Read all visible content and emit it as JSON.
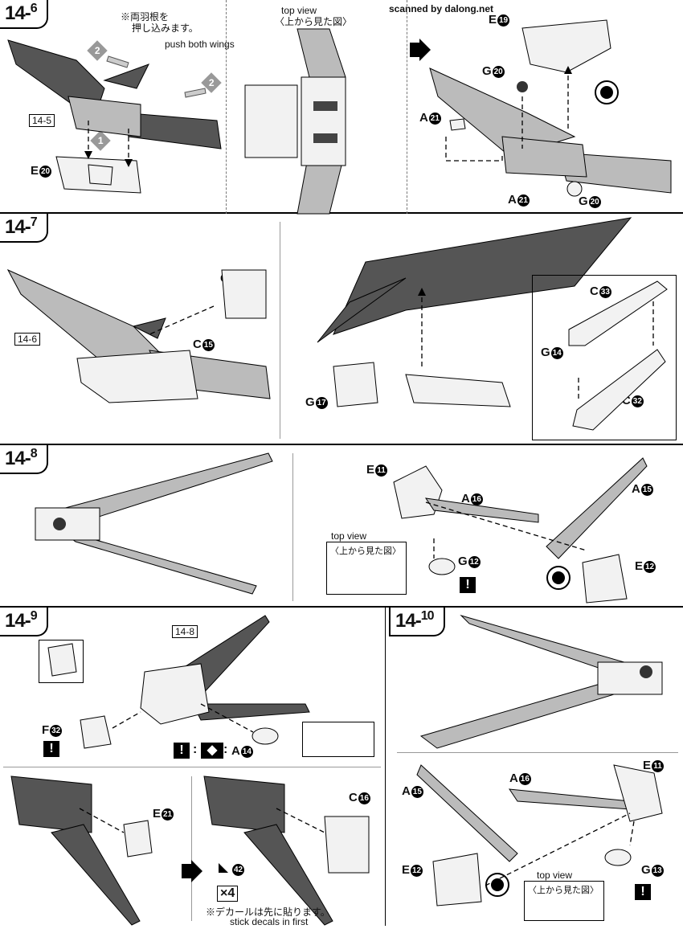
{
  "watermark": "scanned by dalong.net",
  "steps": {
    "s14_6": {
      "main": "14",
      "sub": "6"
    },
    "s14_7": {
      "main": "14",
      "sub": "7"
    },
    "s14_8": {
      "main": "14",
      "sub": "8"
    },
    "s14_9": {
      "main": "14",
      "sub": "9"
    },
    "s14_10": {
      "main": "14",
      "sub": "10"
    }
  },
  "notes": {
    "push_wings_jp_1": "※両羽根を",
    "push_wings_jp_2": "押し込みます。",
    "push_wings_en": "push both wings",
    "top_view_en": "top view",
    "top_view_jp": "〈上から見た図〉",
    "decal_jp": "※デカールは先に貼ります。",
    "decal_en": "stick decals in first",
    "times4": "×4"
  },
  "refs": {
    "r14_5": "14-5",
    "r14_6": "14-6",
    "r14_8": "14-8"
  },
  "parts": {
    "E20": {
      "letter": "E",
      "num": "20"
    },
    "E19": {
      "letter": "E",
      "num": "19"
    },
    "G20a": {
      "letter": "G",
      "num": "20"
    },
    "G20b": {
      "letter": "G",
      "num": "20"
    },
    "A21a": {
      "letter": "A",
      "num": "21"
    },
    "A21b": {
      "letter": "A",
      "num": "21"
    },
    "C15a": {
      "letter": "C",
      "num": "15"
    },
    "C15b": {
      "letter": "C",
      "num": "15"
    },
    "C33": {
      "letter": "C",
      "num": "33"
    },
    "G14": {
      "letter": "G",
      "num": "14"
    },
    "C32": {
      "letter": "C",
      "num": "32"
    },
    "G17": {
      "letter": "G",
      "num": "17"
    },
    "E11a": {
      "letter": "E",
      "num": "11"
    },
    "A16a": {
      "letter": "A",
      "num": "16"
    },
    "A15a": {
      "letter": "A",
      "num": "15"
    },
    "G12": {
      "letter": "G",
      "num": "12"
    },
    "E12a": {
      "letter": "E",
      "num": "12"
    },
    "F32": {
      "letter": "F",
      "num": "32"
    },
    "A14": {
      "letter": "A",
      "num": "14"
    },
    "E21": {
      "letter": "E",
      "num": "21"
    },
    "C16": {
      "letter": "C",
      "num": "16"
    },
    "decal42": {
      "letter": "",
      "num": "42"
    },
    "E11b": {
      "letter": "E",
      "num": "11"
    },
    "A16b": {
      "letter": "A",
      "num": "16"
    },
    "A15b": {
      "letter": "A",
      "num": "15"
    },
    "E12b": {
      "letter": "E",
      "num": "12"
    },
    "G13": {
      "letter": "G",
      "num": "13"
    }
  },
  "badges": {
    "b1": "1",
    "b2a": "2",
    "b2b": "2"
  },
  "marks": {
    "excl": "!",
    "colon": ":"
  },
  "colors": {
    "ink": "#000000",
    "paper": "#ffffff",
    "armor_dark": "#555555",
    "armor_light": "#bbbbbb"
  }
}
